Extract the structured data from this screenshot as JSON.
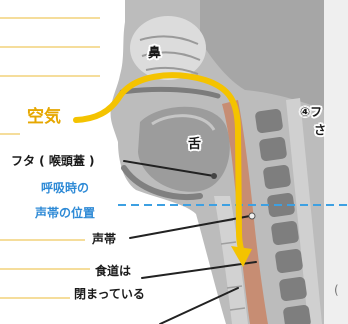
{
  "labels": {
    "nose": "鼻",
    "air": "空気",
    "tongue": "舌",
    "epiglottis": "フタ ( 喉頭蓋 )",
    "breathing_position_line1": "呼吸時の",
    "breathing_position_line2": "声帯の位置",
    "vocal_cords": "声帯",
    "esophagus_line1": "食道は",
    "esophagus_line2": "閉まっている",
    "side_note_line1": "④フ",
    "side_note_line2": "さ",
    "side_paren": "("
  },
  "colors": {
    "air": "#e6a700",
    "arrow": "#f4c300",
    "breath": "#2e8ad6",
    "dash": "#3da0e2",
    "throat": "#c98566"
  }
}
